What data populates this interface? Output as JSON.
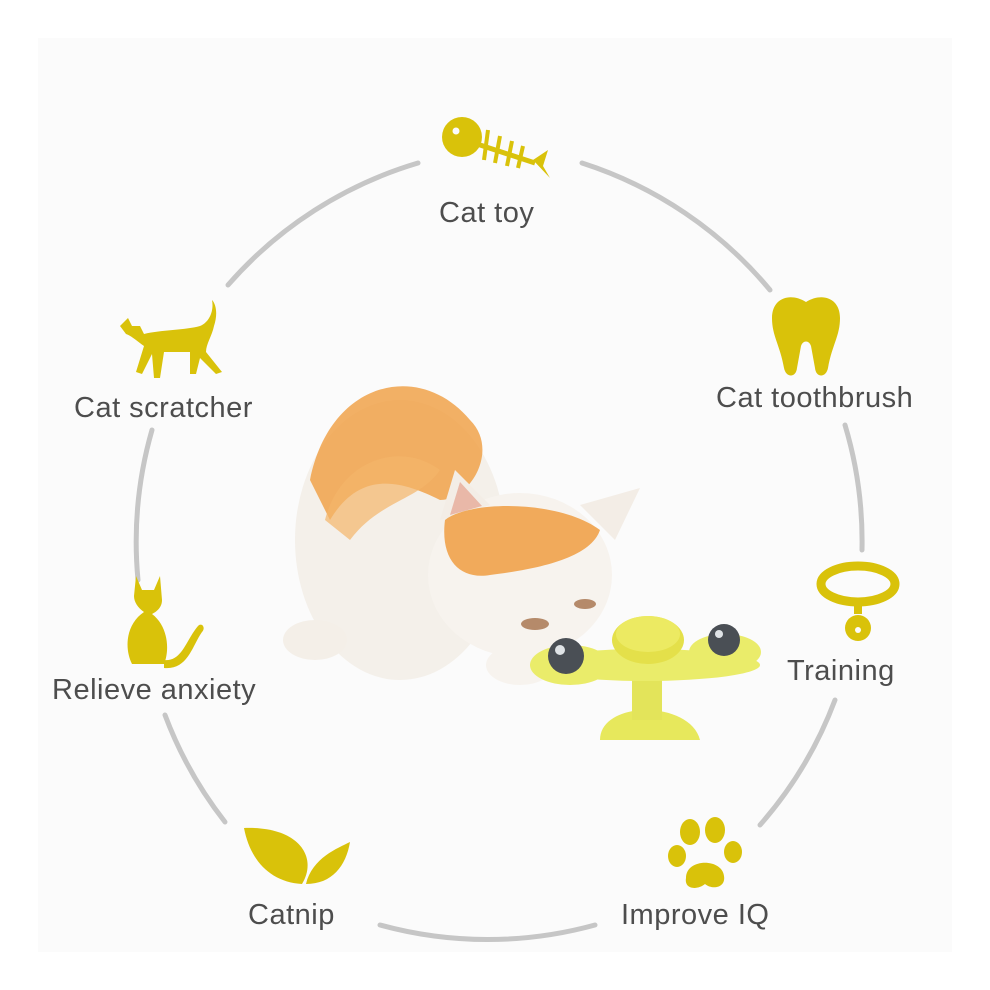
{
  "features": {
    "cat_toy": "Cat toy",
    "cat_toothbrush": "Cat toothbrush",
    "training": "Training",
    "improve_iq": "Improve IQ",
    "catnip": "Catnip",
    "relieve_anxiety": "Relieve anxiety",
    "cat_scratcher": "Cat scratcher"
  },
  "icons": {
    "cat_toy": "fish-bone-icon",
    "cat_toothbrush": "tooth-icon",
    "training": "collar-icon",
    "improve_iq": "paw-icon",
    "catnip": "leaf-icon",
    "relieve_anxiety": "sitting-cat-icon",
    "cat_scratcher": "walking-cat-icon"
  },
  "colors": {
    "icon_yellow": "#d9c20a",
    "ring_gray": "#c6c6c6",
    "text_gray": "#4d4d4d",
    "toy_yellow": "#eaec6a",
    "kitten_orange": "#f0a24a"
  }
}
